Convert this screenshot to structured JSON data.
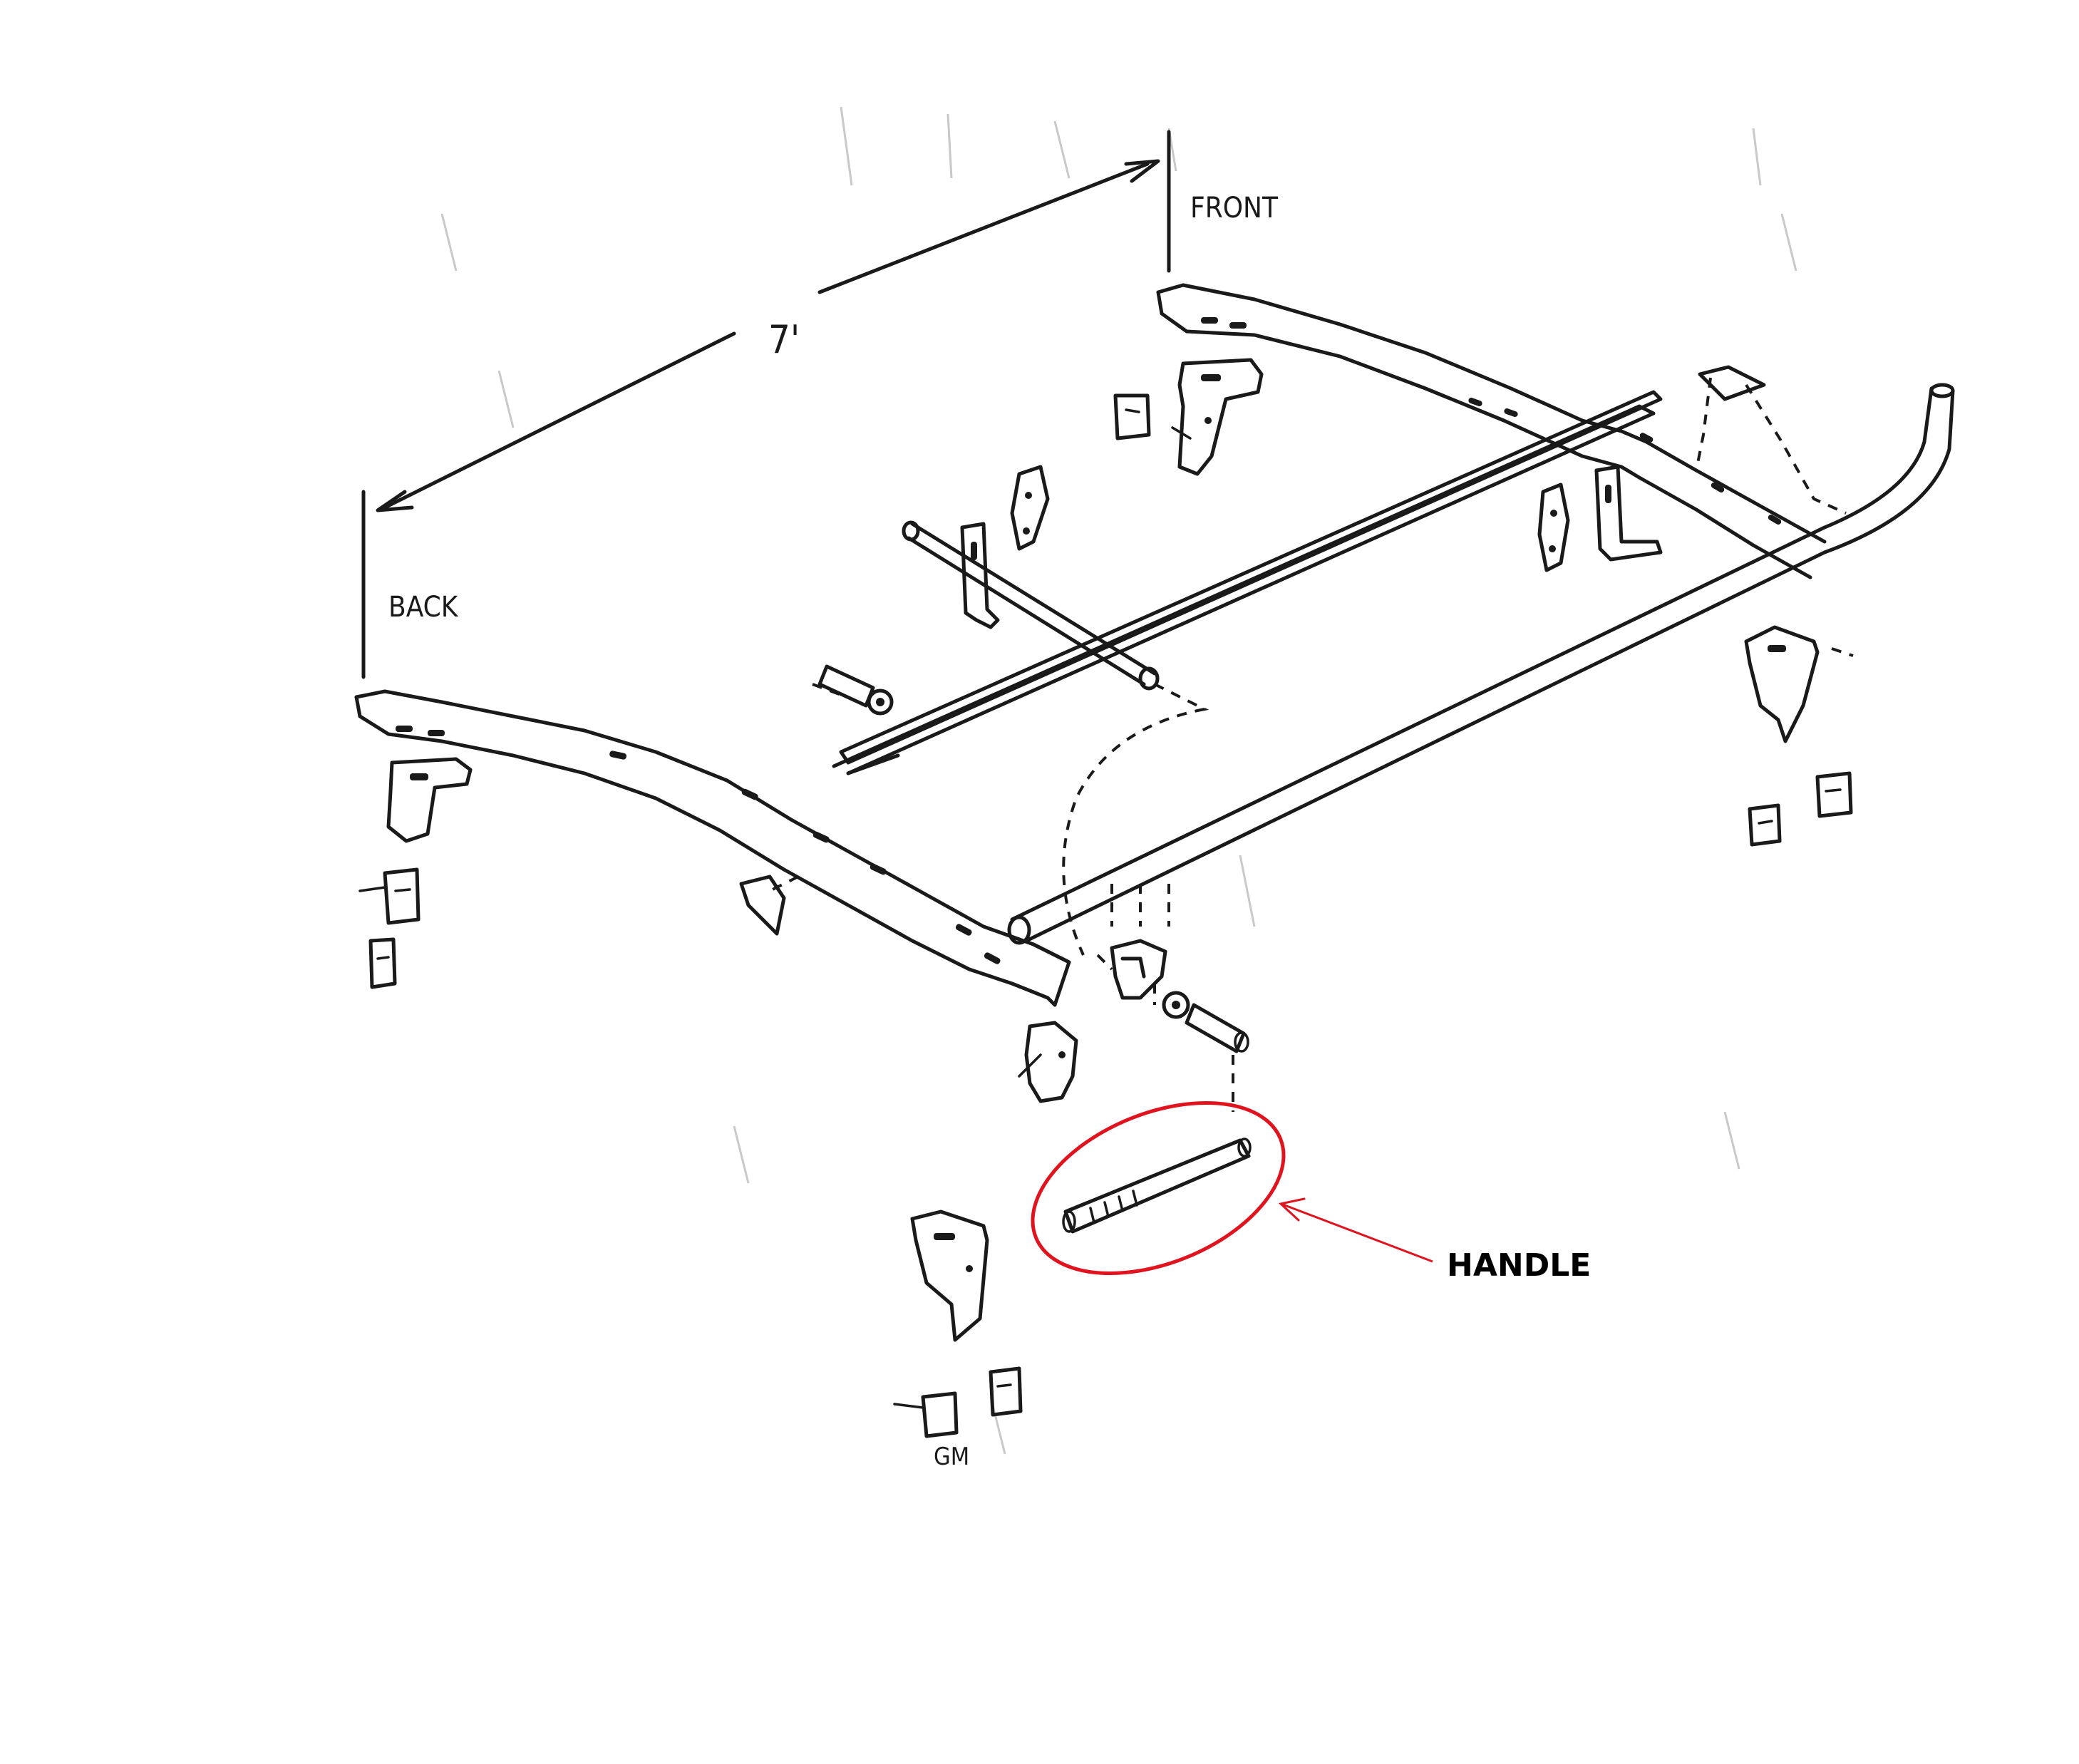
{
  "labels": {
    "dimension": "7'",
    "front": "FRONT",
    "back": "BACK",
    "gm": "GM",
    "callout": "HANDLE"
  },
  "colors": {
    "ink": "#1a1a1a",
    "highlight": "#e0141e",
    "background": "#ffffff"
  }
}
